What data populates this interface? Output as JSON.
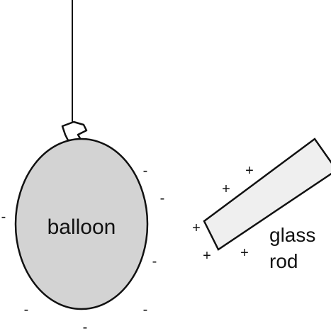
{
  "labels": {
    "balloon": "balloon",
    "rod_line1": "glass",
    "rod_line2": "rod"
  },
  "charges": {
    "negative": "-",
    "positive": "+"
  },
  "colors": {
    "balloon_fill": "#d3d3d3",
    "rod_fill": "#efefef",
    "stroke": "#111111"
  }
}
